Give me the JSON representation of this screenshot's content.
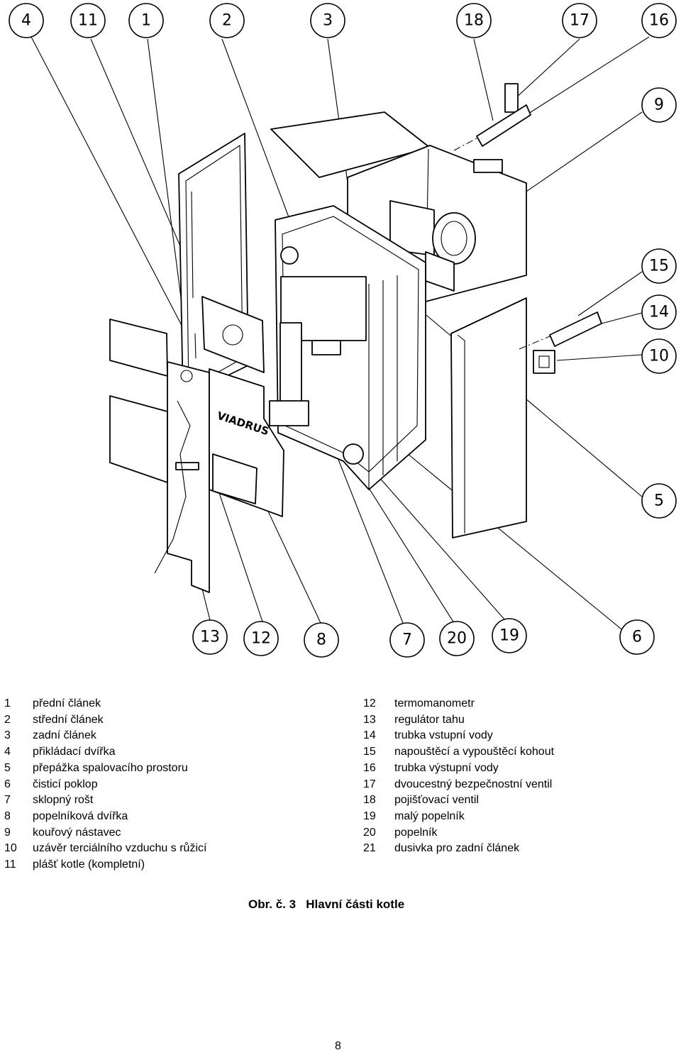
{
  "drawing": {
    "brand_text": "VIADRUS",
    "callouts_top": [
      "4",
      "11",
      "1",
      "2",
      "3",
      "18",
      "17",
      "16"
    ],
    "callouts_right": [
      "9",
      "15",
      "14",
      "10",
      "5"
    ],
    "callouts_bottom": [
      "13",
      "12",
      "8",
      "7",
      "20",
      "19",
      "6"
    ]
  },
  "legend": {
    "left": [
      {
        "num": "1",
        "text": "přední článek"
      },
      {
        "num": "2",
        "text": "střední článek"
      },
      {
        "num": "3",
        "text": "zadní článek"
      },
      {
        "num": "4",
        "text": "přikládací dvířka"
      },
      {
        "num": "5",
        "text": "přepážka spalovacího prostoru"
      },
      {
        "num": "6",
        "text": "čisticí poklop"
      },
      {
        "num": "7",
        "text": "sklopný rošt"
      },
      {
        "num": "8",
        "text": "popelníková dvířka"
      },
      {
        "num": "9",
        "text": "kouřový nástavec"
      },
      {
        "num": "10",
        "text": "uzávěr terciálního vzduchu s růžicí"
      },
      {
        "num": "11",
        "text": "plášť kotle (kompletní)"
      }
    ],
    "right": [
      {
        "num": "12",
        "text": "termomanometr"
      },
      {
        "num": "13",
        "text": "regulátor tahu"
      },
      {
        "num": "14",
        "text": "trubka vstupní vody"
      },
      {
        "num": "15",
        "text": "napouštěcí a vypouštěcí kohout"
      },
      {
        "num": "16",
        "text": "trubka výstupní vody"
      },
      {
        "num": "17",
        "text": "dvoucestný bezpečnostní ventil"
      },
      {
        "num": "18",
        "text": "pojišťovací ventil"
      },
      {
        "num": "19",
        "text": "malý popelník"
      },
      {
        "num": "20",
        "text": "popelník"
      },
      {
        "num": "21",
        "text": "dusivka pro zadní článek"
      }
    ]
  },
  "caption": "Obr. č. 3   Hlavní části kotle",
  "page_number": "8"
}
